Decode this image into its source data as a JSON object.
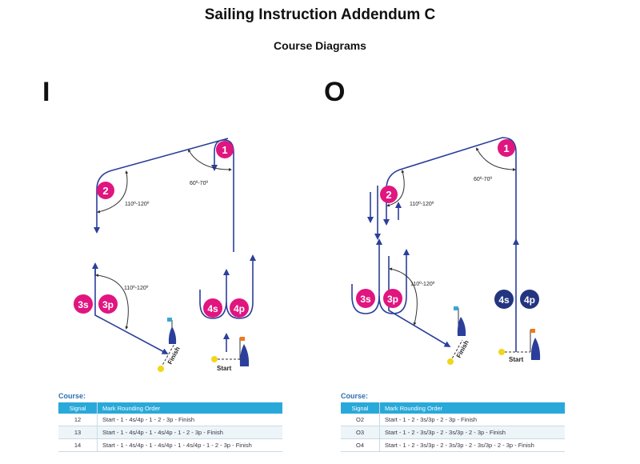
{
  "document": {
    "title": "Sailing Instruction Addendum C",
    "subtitle": "Course Diagrams"
  },
  "courses": [
    {
      "letter": "I",
      "marks": {
        "m1": "1",
        "m2": "2",
        "m3s": "3s",
        "m3p": "3p",
        "m4s": "4s",
        "m4p": "4p"
      },
      "angles": {
        "top": "60º-70º",
        "mark2": "110º-120º",
        "mark3": "110º-120º"
      },
      "start_label": "Start",
      "finish_label": "Finish",
      "table": {
        "label": "Course:",
        "headers": [
          "Signal",
          "Mark Rounding Order"
        ],
        "rows": [
          {
            "signal": "12",
            "order": "Start - 1 - 4s/4p - 1 - 2 - 3p - Finish"
          },
          {
            "signal": "13",
            "order": "Start - 1 - 4s/4p - 1 - 4s/4p - 1 - 2 - 3p - Finish"
          },
          {
            "signal": "14",
            "order": "Start - 1 - 4s/4p - 1 - 4s/4p - 1 - 4s/4p - 1 - 2 - 3p - Finish"
          }
        ]
      }
    },
    {
      "letter": "O",
      "marks": {
        "m1": "1",
        "m2": "2",
        "m3s": "3s",
        "m3p": "3p",
        "m4s": "4s",
        "m4p": "4p"
      },
      "angles": {
        "top": "60º-70º",
        "mark2": "110º-120º",
        "mark3": "110º-120º"
      },
      "start_label": "Start",
      "finish_label": "Finish",
      "table": {
        "label": "Course:",
        "headers": [
          "Signal",
          "Mark Rounding Order"
        ],
        "rows": [
          {
            "signal": "O2",
            "order": "Start - 1 - 2 - 3s/3p - 2 - 3p - Finish"
          },
          {
            "signal": "O3",
            "order": "Start - 1 - 2 - 3s/3p - 2 - 3s/3p - 2 - 3p - Finish"
          },
          {
            "signal": "O4",
            "order": "Start - 1 - 2 - 3s/3p - 2 - 3s/3p - 2 - 3s/3p - 2 - 3p - Finish"
          }
        ]
      }
    }
  ],
  "colors": {
    "course_line": "#2b3f9a",
    "rounding_mark": "#e0157f",
    "gate_mark_o": "#23357f",
    "angle_arc": "#333333",
    "boat": "#2b3f9a",
    "start_flag": "#f07a1a",
    "finish_flag": "#3aa6d4",
    "pin_buoy": "#f2d61a",
    "table_header": "#29a9d9"
  }
}
